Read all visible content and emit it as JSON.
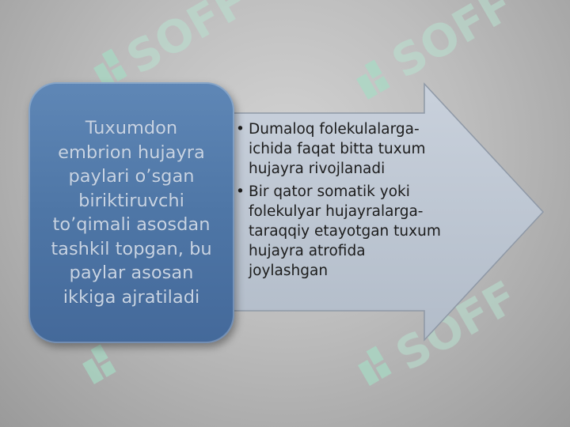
{
  "left_box": {
    "lines": [
      "Tuxumdon",
      "embrion hujayra",
      "paylari o’sgan",
      "biriktiruvchi",
      "to’qimali asosdan",
      "tashkil topgan, bu",
      "paylar asosan",
      "ikkiga ajratiladi"
    ]
  },
  "arrow": {
    "bullet_symbol": "•",
    "items": [
      {
        "lines": [
          "Dumaloq folekulalarga-",
          "ichida faqat bitta tuxum",
          "hujayra rivojlanadi"
        ]
      },
      {
        "lines": [
          "Bir qator somatik yoki",
          "folekulyar hujayralarga-",
          "taraqqiy etayotgan tuxum",
          "hujayra atrofida",
          "joylashgan"
        ]
      }
    ]
  },
  "watermark": {
    "text": "SOFF",
    "icon": "brand-logo-icon"
  },
  "colors": {
    "box": "#4f77a7",
    "box_text": "#c8d4e4",
    "arrow_fill": "#bcc6d3",
    "watermark": "#9fd9c0"
  }
}
